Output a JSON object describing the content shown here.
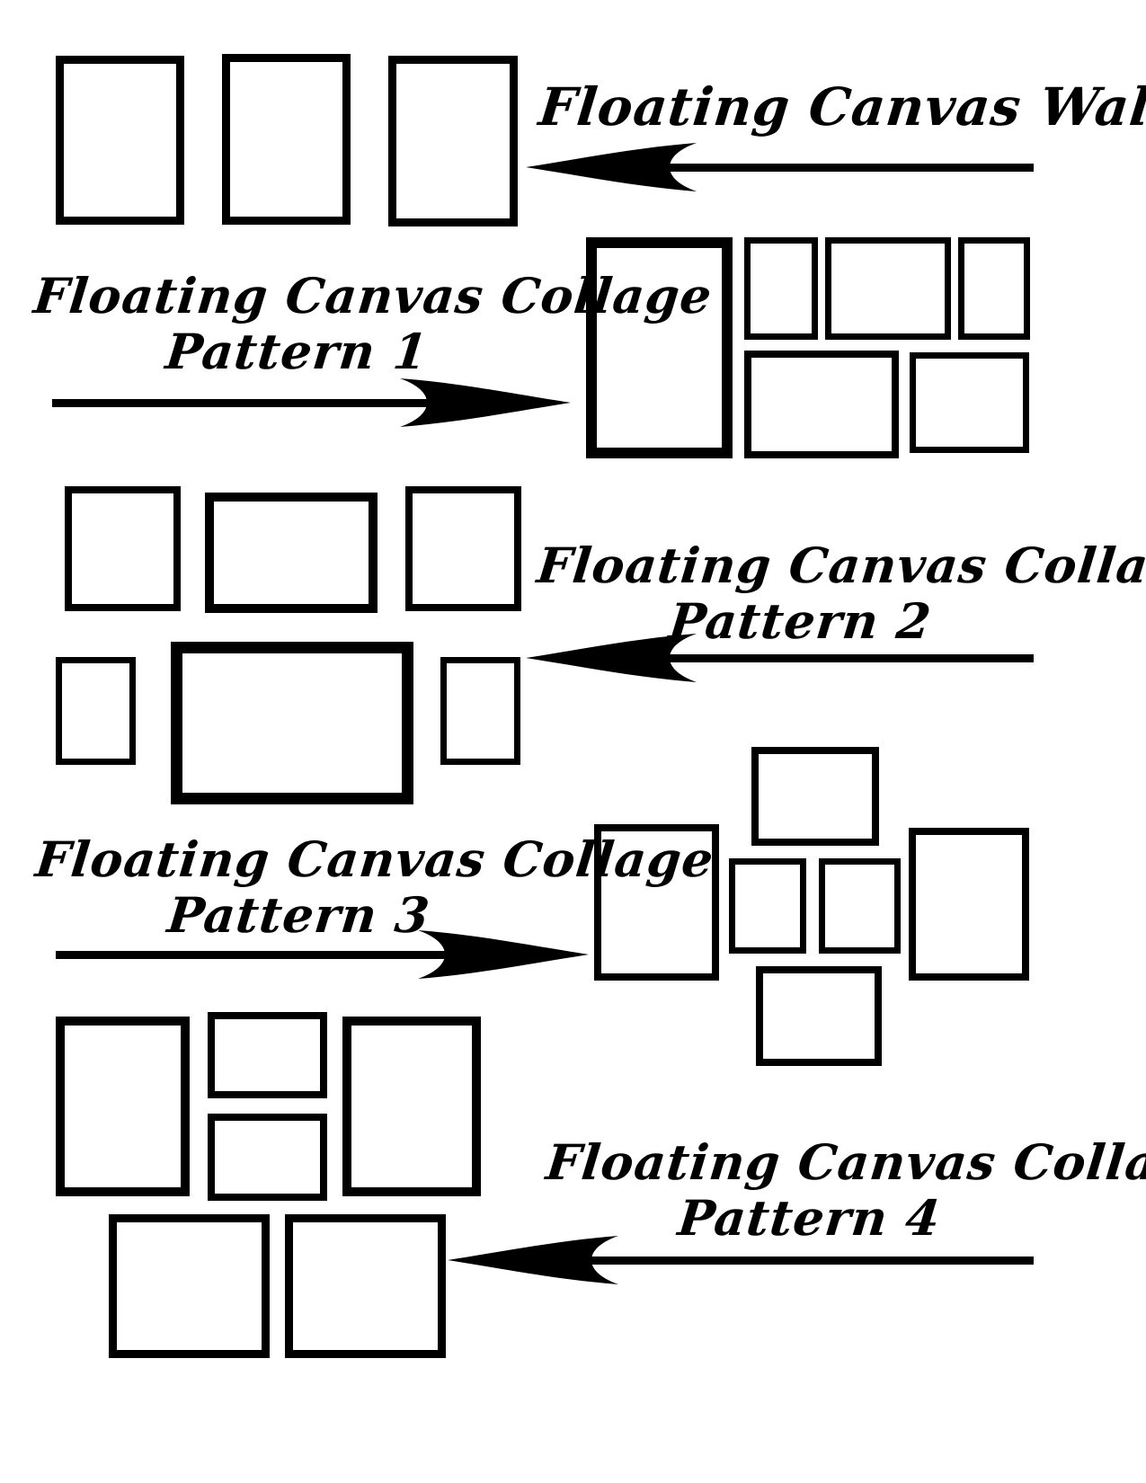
{
  "page": {
    "background": "#ffffff",
    "ink_color": "#000000"
  },
  "sections": [
    {
      "name": "floating-canvas-wall",
      "label": {
        "line1": "Floating Canvas Wall",
        "line2": ""
      },
      "arrow_direction": "left",
      "frame_count": 3
    },
    {
      "name": "pattern-1",
      "label": {
        "line1": "Floating Canvas Collage",
        "line2": "Pattern 1"
      },
      "arrow_direction": "right",
      "frame_count": 6
    },
    {
      "name": "pattern-2",
      "label": {
        "line1": "Floating Canvas Collage",
        "line2": "Pattern 2"
      },
      "arrow_direction": "left",
      "frame_count": 6
    },
    {
      "name": "pattern-3",
      "label": {
        "line1": "Floating Canvas Collage",
        "line2": "Pattern 3"
      },
      "arrow_direction": "right",
      "frame_count": 6
    },
    {
      "name": "pattern-4",
      "label": {
        "line1": "Floating Canvas Collage",
        "line2": "Pattern 4"
      },
      "arrow_direction": "left",
      "frame_count": 6
    }
  ]
}
